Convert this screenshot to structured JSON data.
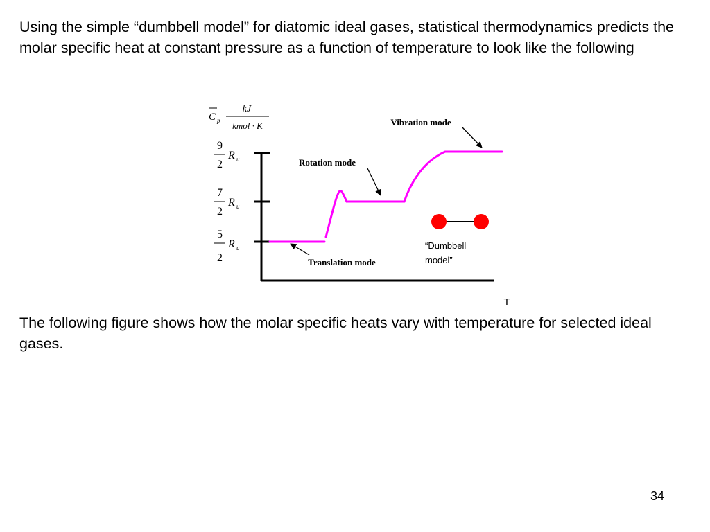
{
  "text": {
    "paragraph_1": "Using the simple “dumbbell model” for diatomic ideal gases, statistical thermodynamics predicts the molar specific heat at constant pressure as a function of temperature to look like the following",
    "paragraph_2": "The following figure shows how the molar specific heats vary with temperature for selected ideal gases.",
    "page_number": "34"
  },
  "figure": {
    "ylabel": {
      "symbol": "C",
      "subscript": "p",
      "unit_numerator": "kJ",
      "unit_denominator": "kmol · K"
    },
    "xlabel": "T",
    "y_ticks": [
      {
        "numerator": "9",
        "denominator": "2",
        "symbol": "R",
        "subscript": "u"
      },
      {
        "numerator": "7",
        "denominator": "2",
        "symbol": "R",
        "subscript": "u"
      },
      {
        "numerator": "5",
        "denominator": "2",
        "symbol": "R",
        "subscript": "u"
      }
    ],
    "annotations": {
      "vibration": "Vibration mode",
      "rotation": "Rotation mode",
      "translation": "Translation mode"
    },
    "dumbbell_label_line1": "“Dumbbell",
    "dumbbell_label_line2": "model”",
    "colors": {
      "curve": "#ff00ff",
      "atom": "#ff0000",
      "axis": "#000000"
    }
  }
}
